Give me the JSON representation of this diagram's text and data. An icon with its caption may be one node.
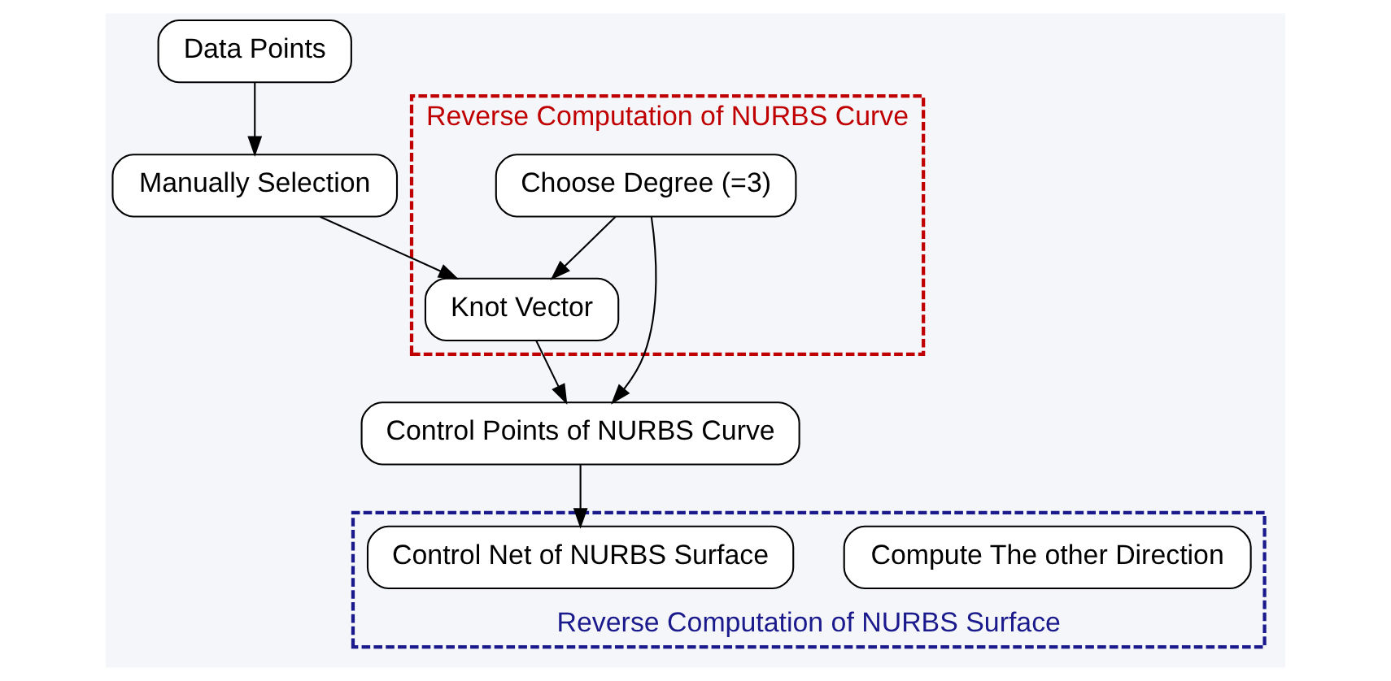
{
  "diagram": {
    "nodes": [
      {
        "text": [
          "Data Points"
        ]
      },
      {
        "text": [
          "Manually Selection"
        ]
      },
      {
        "text": [
          "Reverse Computation of NURBS Curve"
        ]
      },
      {
        "text": [
          "Knot Vector"
        ],
        "in": 2
      },
      {
        "text": [
          "Choose Degree (=3)"
        ],
        "in": 2
      },
      {
        "text": [
          "Reverse Computation of NURBS Surface"
        ]
      },
      {
        "text": [
          "Compute The other Direction"
        ],
        "in": 5
      },
      {
        "text": [
          "Control Net of NURBS Surface"
        ],
        "in": 5
      },
      {
        "text": [
          "Control Points of NURBS Curve"
        ]
      }
    ],
    "edges": [
      {
        "from": 0,
        "to": 1,
        "arrow": "to"
      },
      {
        "from": 1,
        "to": 3,
        "arrow": "to"
      },
      {
        "from": 4,
        "to": 3,
        "arrow": "to"
      },
      {
        "from": 3,
        "to": 8,
        "arrow": "to"
      },
      {
        "from": 4,
        "to": 8,
        "arrow": "to"
      },
      {
        "from": 8,
        "to": 7,
        "arrow": "to"
      }
    ]
  }
}
